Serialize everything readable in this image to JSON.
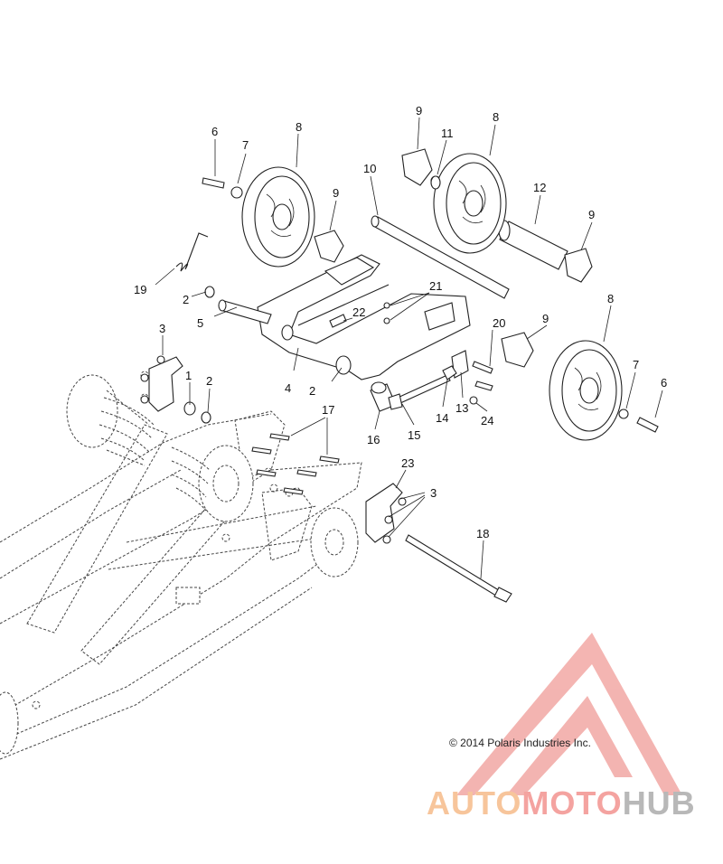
{
  "diagram": {
    "callouts": [
      "1",
      "2",
      "2",
      "2",
      "3",
      "3",
      "4",
      "5",
      "6",
      "6",
      "7",
      "7",
      "8",
      "8",
      "8",
      "9",
      "9",
      "9",
      "9",
      "10",
      "11",
      "12",
      "13",
      "14",
      "15",
      "16",
      "17",
      "18",
      "19",
      "20",
      "21",
      "22",
      "23",
      "24"
    ]
  },
  "copyright": "© 2014 Polaris Industries Inc.",
  "watermark": {
    "part1": "AUTO",
    "part2": "MOTO",
    "part3": "HUB",
    "colors": {
      "orange": "#f7c59b",
      "red": "#f4a3a0",
      "gray": "#b8b8b8"
    }
  }
}
